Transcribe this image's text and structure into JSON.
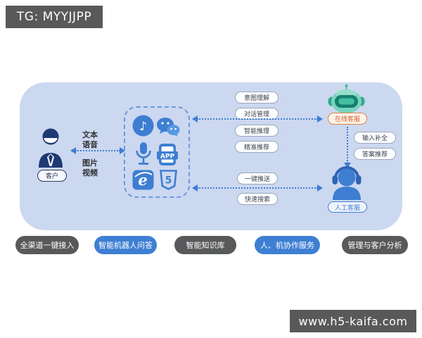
{
  "watermarks": {
    "top": "TG: MYYJJPP",
    "bottom": "www.h5-kaifa.com"
  },
  "diagram": {
    "customer": {
      "label": "客户"
    },
    "media_top": [
      "文本",
      "语音"
    ],
    "media_bottom": [
      "图片",
      "视频"
    ],
    "channel_icons": {
      "douyin_glyph": "♪",
      "app_text": "APP",
      "ie_text": "e",
      "html5_text": "5"
    },
    "ai_capabilities": [
      "意图理解",
      "对话管理",
      "智能推理",
      "精准推荐"
    ],
    "online_service": {
      "label": "在线客服"
    },
    "assist_labels": [
      "输入补全",
      "答案推荐"
    ],
    "push_labels": [
      "一键推送",
      "快速搜索"
    ],
    "human_service": {
      "label": "人工客服"
    }
  },
  "bottom_buttons": [
    {
      "label": "全渠道一键接入",
      "variant": "dark"
    },
    {
      "label": "智能机器人问答",
      "variant": "blue"
    },
    {
      "label": "智能知识库",
      "variant": "dark"
    },
    {
      "label": "人、机协作服务",
      "variant": "blue"
    },
    {
      "label": "管理与客户分析",
      "variant": "dark"
    }
  ],
  "colors": {
    "panel": "#ccd8f0",
    "accent_blue": "#3d7ed2",
    "navy": "#1e3a74",
    "robot_teal": "#7ad3bd",
    "orange": "#d45f35",
    "dark_button": "#58595b",
    "badge": "#595959"
  }
}
